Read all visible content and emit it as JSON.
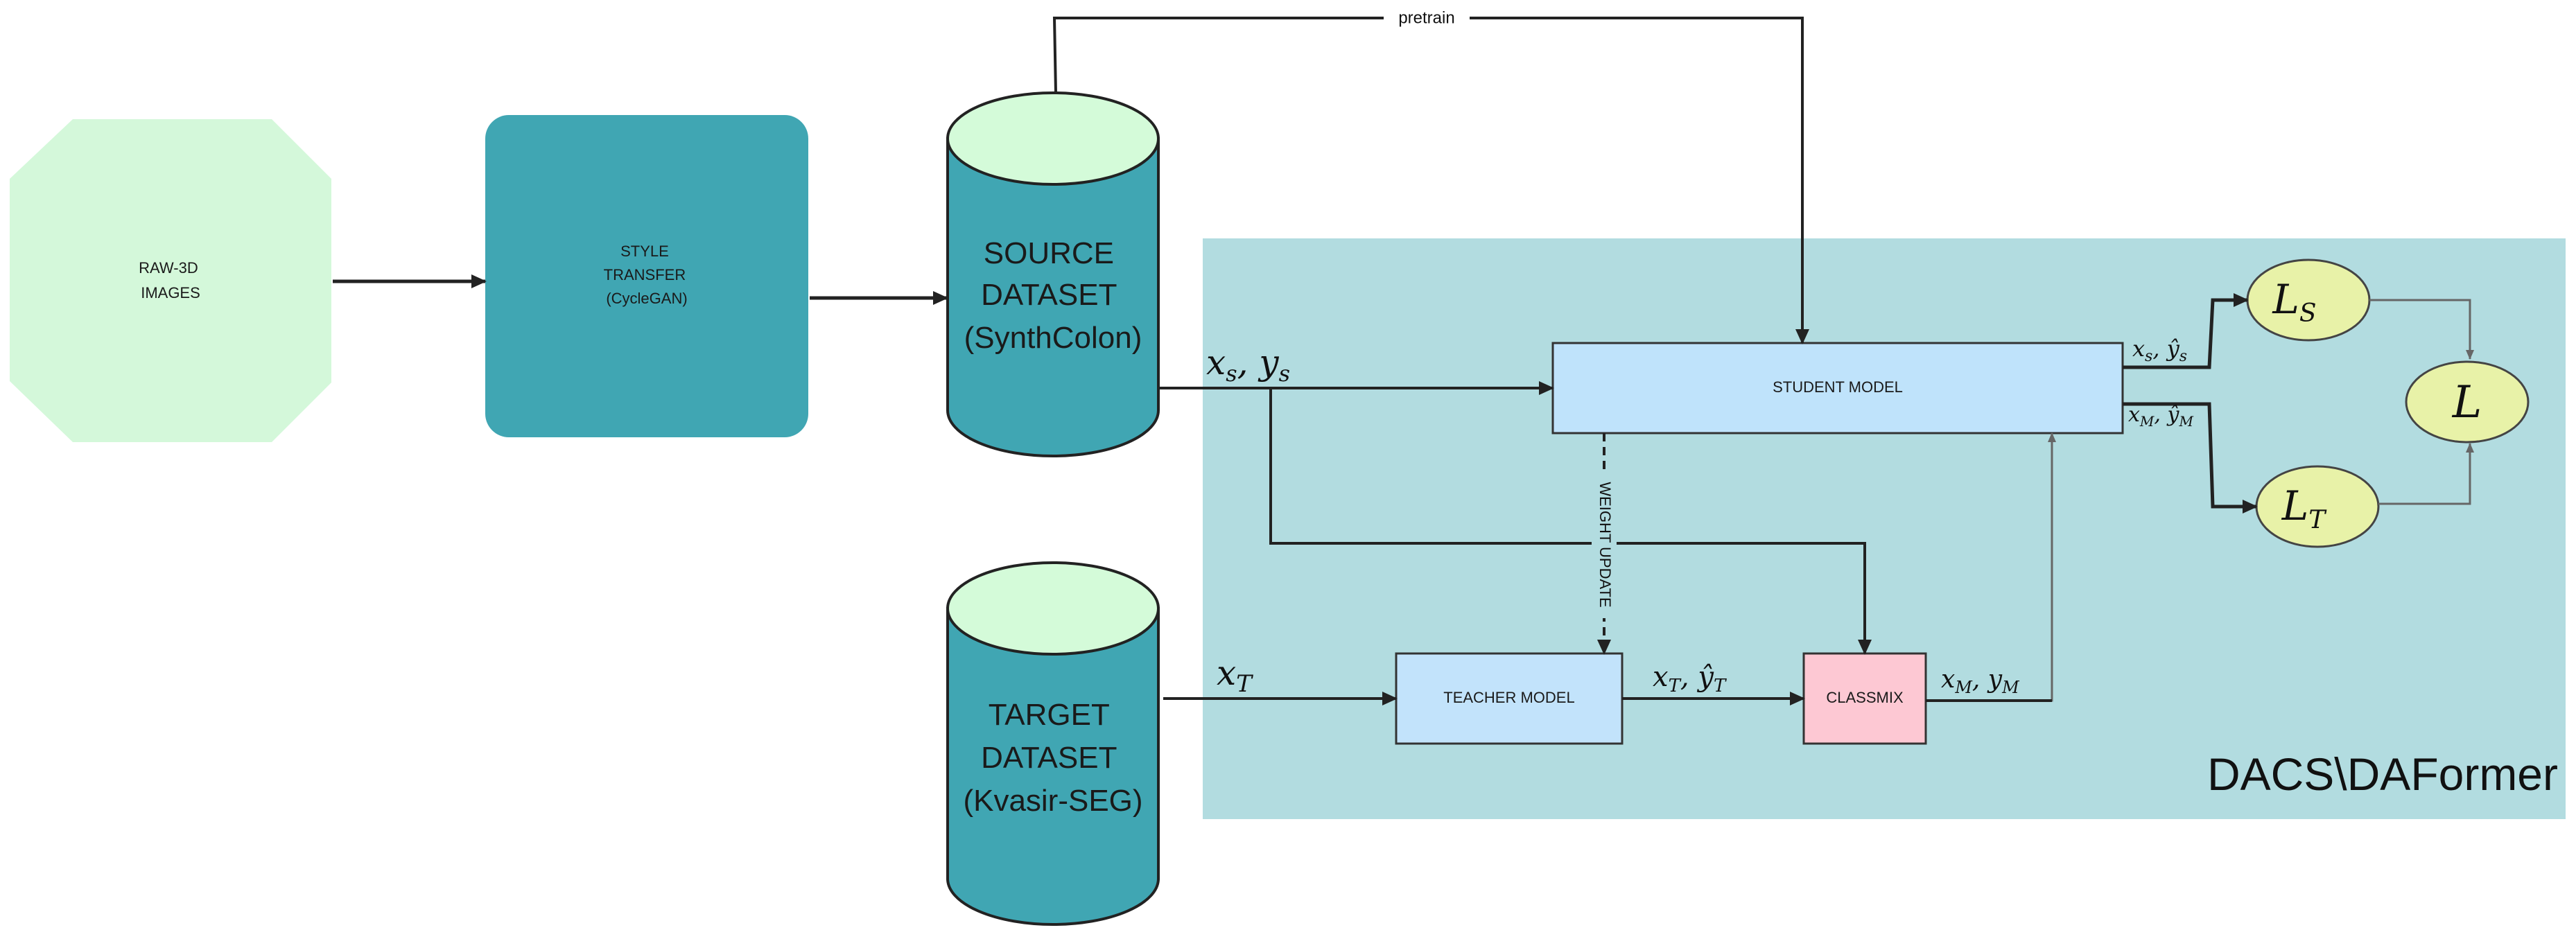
{
  "nodes": {
    "raw_images": {
      "lines": [
        "RAW-3D",
        "IMAGES"
      ]
    },
    "style_transfer": {
      "lines": [
        "STYLE",
        "TRANSFER",
        "(CycleGAN)"
      ]
    },
    "source_dataset": {
      "lines": [
        "SOURCE",
        "DATASET",
        "(SynthColon)"
      ]
    },
    "target_dataset": {
      "lines": [
        "TARGET",
        "DATASET",
        "(Kvasir-SEG)"
      ]
    },
    "student_model": {
      "label": "STUDENT MODEL"
    },
    "teacher_model": {
      "label": "TEACHER  MODEL"
    },
    "classmix": {
      "label": "CLASSMIX"
    },
    "loss_source": {
      "symbol": "L",
      "subscript": "S"
    },
    "loss_target": {
      "symbol": "L",
      "subscript": "T"
    },
    "loss_total": {
      "symbol": "L"
    }
  },
  "region": {
    "label": "DACS\\DAFormer"
  },
  "edges": {
    "pretrain": "pretrain",
    "weight_update": "WEIGHT UPDATE",
    "xs_ys": {
      "a": "x",
      "a_sub": "s",
      "sep": ", ",
      "b": "y",
      "b_sub": "s"
    },
    "x_T": {
      "a": "x",
      "a_sub": "T"
    },
    "xT_yT_hat": {
      "a": "x",
      "a_sub": "T",
      "sep": ", ",
      "b": "ŷ",
      "b_sub": "T"
    },
    "xM_yM": {
      "a": "x",
      "a_sub": "M",
      "sep": ", ",
      "b": "y",
      "b_sub": "M"
    },
    "xs_ys_hat": {
      "a": "x",
      "a_sub": "s",
      "sep": ", ",
      "b": "ŷ",
      "b_sub": "s"
    },
    "xM_yM_hat": {
      "a": "x",
      "a_sub": "M",
      "sep": ", ",
      "b": "ŷ",
      "b_sub": "M"
    }
  },
  "colors": {
    "raw_images_fill": "#d4f8da",
    "teal_fill": "#40a6b3",
    "cylinder_top": "#d4fbd9",
    "region_fill": "#b2dce0",
    "student_fill": "#bfe3fb",
    "teacher_fill": "#c2e3fb",
    "classmix_fill": "#fdc8d3",
    "loss_fill": "#e8f2a8"
  }
}
